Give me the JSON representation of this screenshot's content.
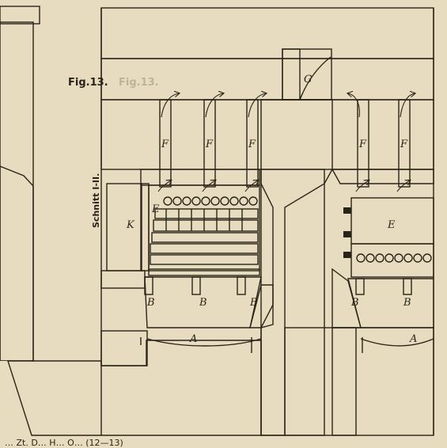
{
  "figure": {
    "number_label": "Fig.13.",
    "ghost_label": "Fig.13.",
    "section_label": "Schnitt I-II.",
    "footer_text": "…  Zt.          D…  H…  O…  (12—13)"
  },
  "labels": {
    "F": "F",
    "G": "G",
    "E": "E",
    "K": "K",
    "B": "B",
    "A": "A"
  },
  "colors": {
    "paper": "#e7dcc0",
    "ink": "#2a2418",
    "pale_brick": "#ece2c8"
  }
}
